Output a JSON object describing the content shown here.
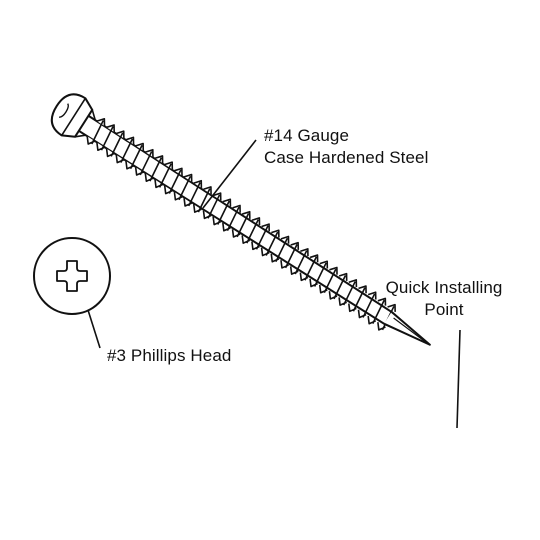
{
  "callouts": {
    "gauge": {
      "line1": "#14 Gauge",
      "line2": "Case Hardened Steel"
    },
    "point": {
      "line1": "Quick Installing",
      "line2": "Point"
    },
    "head": {
      "text": "#3 Phillips Head"
    }
  },
  "colors": {
    "ink": "#111111",
    "background": "#ffffff"
  },
  "icons": [
    "screw-illustration",
    "phillips-head-icon"
  ]
}
